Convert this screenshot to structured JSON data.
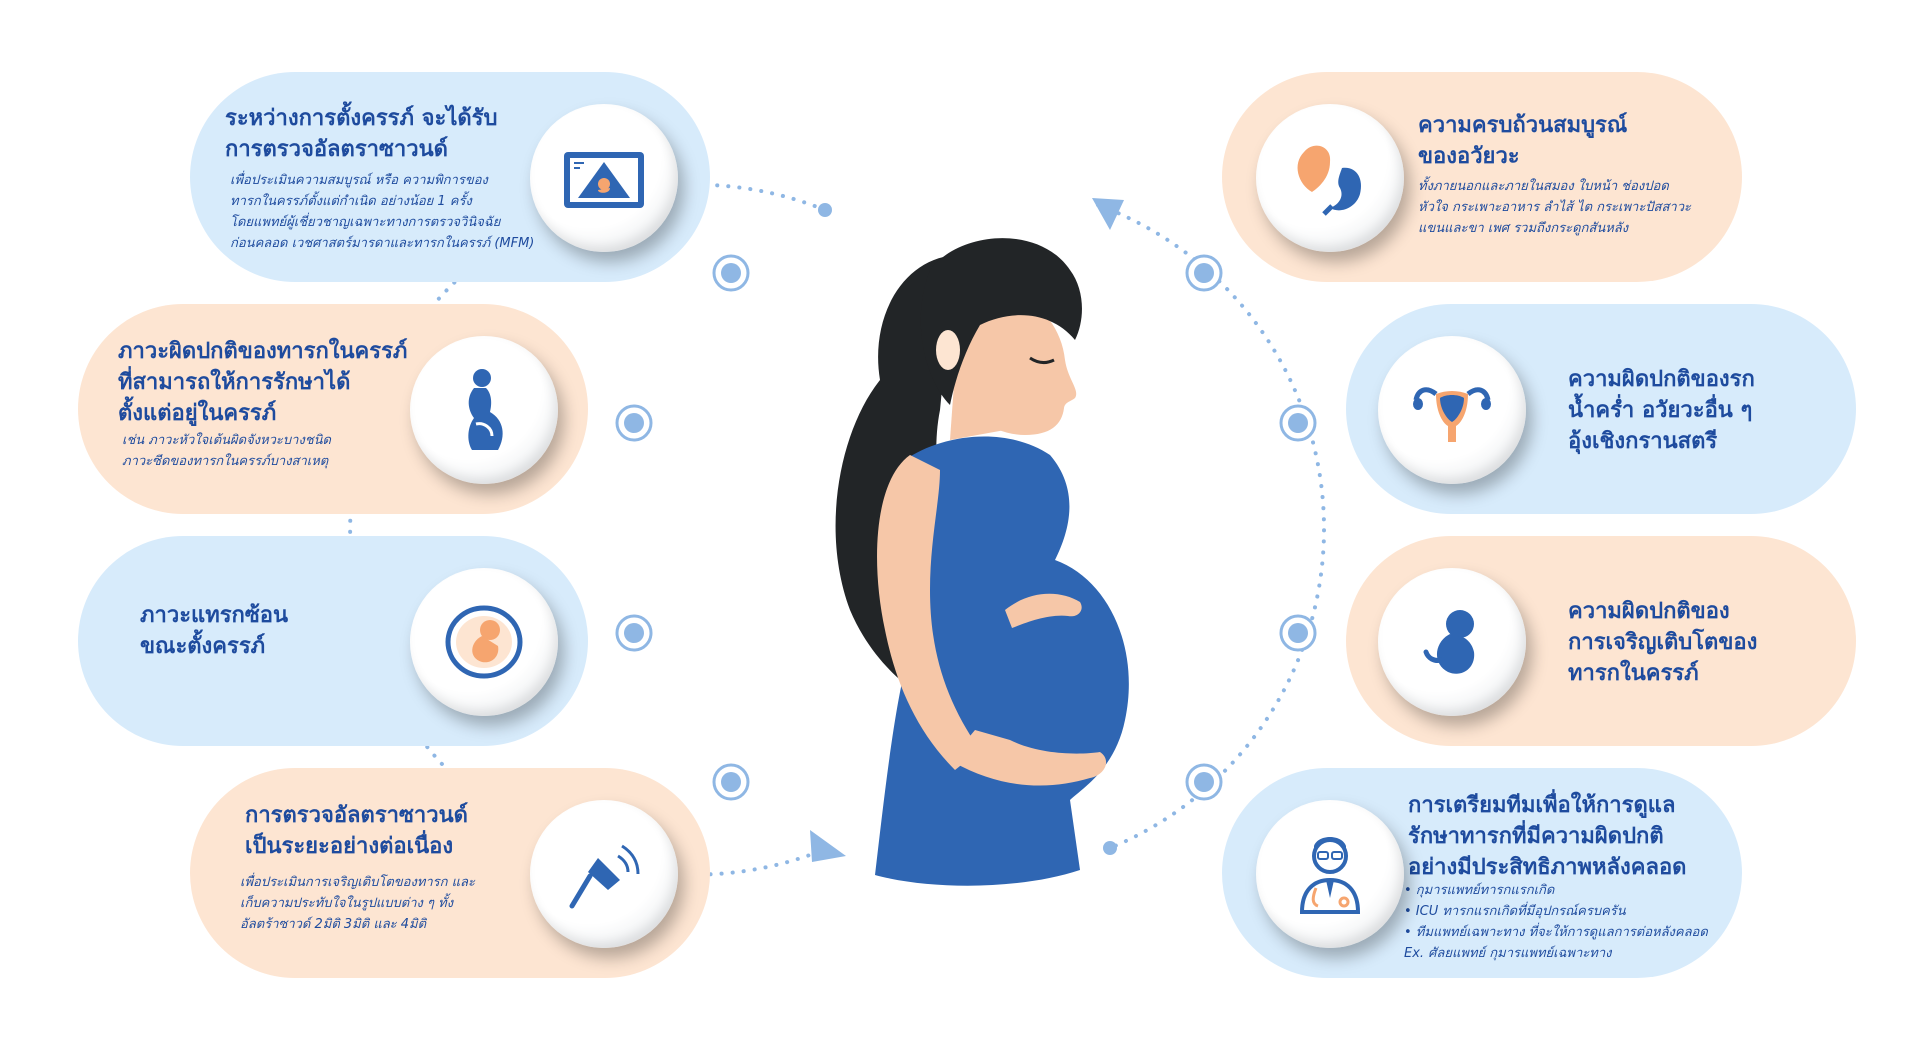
{
  "colors": {
    "blue_card": "#d7ebfb",
    "peach_card": "#fde5d2",
    "text_blue": "#1e4b9e",
    "icon_blue": "#2f66b3",
    "dress_blue": "#2f66b3",
    "skin": "#f6c7a8",
    "hair": "#222527",
    "ring_dot": "#8fb7e4"
  },
  "cards": {
    "ultrasound": {
      "title": "ระหว่างการตั้งครรภ์ จะได้รับ\nการตรวจอัลตราซาวนด์",
      "desc": "เพื่อประเมินความสมบูรณ์ หรือ ความพิการของ\nทารกในครรภ์ตั้งแต่กำเนิด อย่างน้อย 1 ครั้ง\nโดยแพทย์ผู้เชี่ยวชาญเฉพาะทางการตรวจวินิจฉัย\nก่อนคลอด เวชศาสตร์มารดาและทารกในครรภ์ (MFM)",
      "icon": "ultrasound-monitor-icon"
    },
    "treatable": {
      "title": "ภาวะผิดปกติของทารกในครรภ์\nที่สามารถให้การรักษาได้\nตั้งแต่อยู่ในครรภ์",
      "desc": "เช่น ภาวะหัวใจเต้นผิดจังหวะบางชนิด\nภาวะซีดของทารกในครรภ์บางสาเหตุ",
      "icon": "pregnant-woman-icon"
    },
    "complications": {
      "title": "ภาวะแทรกซ้อน\nขณะตั้งครรภ์",
      "icon": "fetus-in-womb-icon"
    },
    "continuous": {
      "title": "การตรวจอัลตราซาวนด์\nเป็นระยะอย่างต่อเนื่อง",
      "desc": "เพื่อประเมินการเจริญเติบโตของทารก และ\nเก็บความประทับใจในรูปแบบต่าง ๆ ทั้ง\nอัลตร้าซาวด์ 2มิติ 3มิติ และ 4มิติ",
      "icon": "ultrasound-probe-icon"
    },
    "organs": {
      "title": "ความครบถ้วนสมบูรณ์\nของอวัยวะ",
      "desc": "ทั้งภายนอกและภายในสมอง ใบหน้า ช่องปอด\nหัวใจ กระเพาะอาหาร ลำไส้ ไต กระเพาะปัสสาวะ\nแขนและขา เพศ รวมถึงกระดูกสันหลัง",
      "icon": "heart-stomach-icon"
    },
    "placenta": {
      "title": "ความผิดปกติของรก\nน้ำคร่ำ อวัยวะอื่น ๆ\nอุ้งเชิงกรานสตรี",
      "icon": "uterus-icon"
    },
    "growth": {
      "title": "ความผิดปกติของ\nการเจริญเติบโตของ\nทารกในครรภ์",
      "icon": "fetus-icon"
    },
    "team": {
      "title": "การเตรียมทีมเพื่อให้การดูแล\nรักษาทารกที่มีความผิดปกติ\nอย่างมีประสิทธิภาพหลังคลอด",
      "desc": "• กุมารแพทย์ทารกแรกเกิด\n• ICU ทารกแรกเกิดที่มีอุปกรณ์ครบครัน\n• ทีมแพทย์เฉพาะทาง ที่จะให้การดูแลการต่อหลังคลอด\n   Ex. ศัลยแพทย์ กุมารแพทย์เฉพาะทาง",
      "icon": "doctor-icon"
    }
  }
}
